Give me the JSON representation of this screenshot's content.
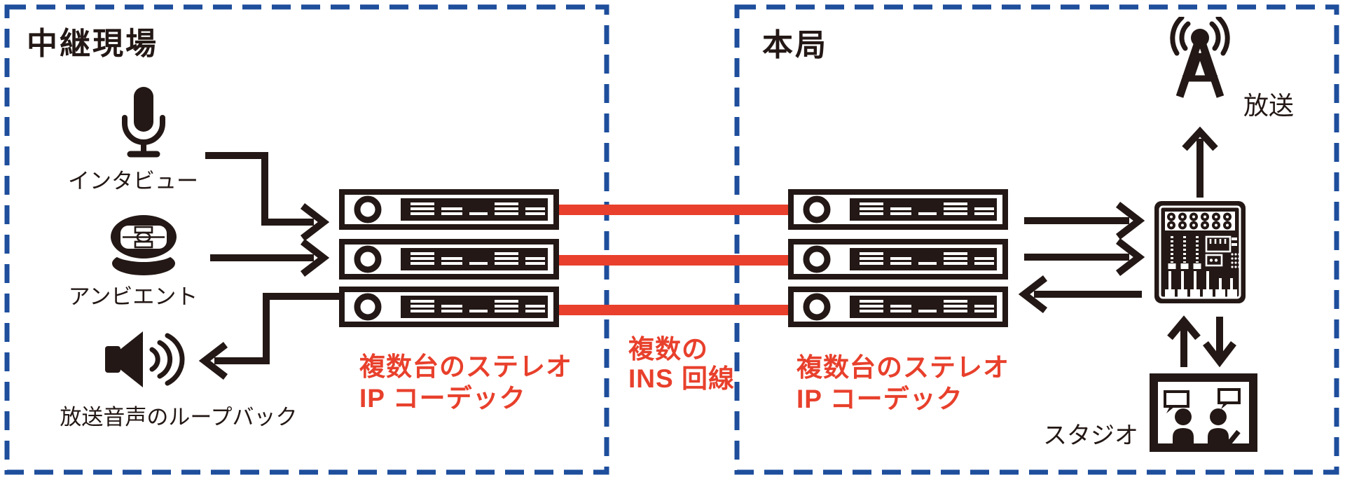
{
  "diagram": {
    "left_box": {
      "title": "中継現場",
      "sources": [
        {
          "icon": "microphone-icon",
          "label": "インタビュー"
        },
        {
          "icon": "stadium-icon",
          "label": "アンビエント"
        },
        {
          "icon": "speaker-icon",
          "label": "放送音声のループバック"
        }
      ],
      "codec_label": {
        "line1": "複数台のステレオ",
        "line2": "IP コーデック"
      }
    },
    "link": {
      "label": {
        "line1": "複数の",
        "line2": "INS 回線"
      }
    },
    "right_box": {
      "title": "本局",
      "codec_label": {
        "line1": "複数台のステレオ",
        "line2": "IP コーデック"
      },
      "broadcast_label": "放送",
      "studio_label": "スタジオ"
    },
    "colors": {
      "box_border_blue": "#1e4e9c",
      "line_red": "#e8402c",
      "ink_black": "#231815"
    }
  }
}
